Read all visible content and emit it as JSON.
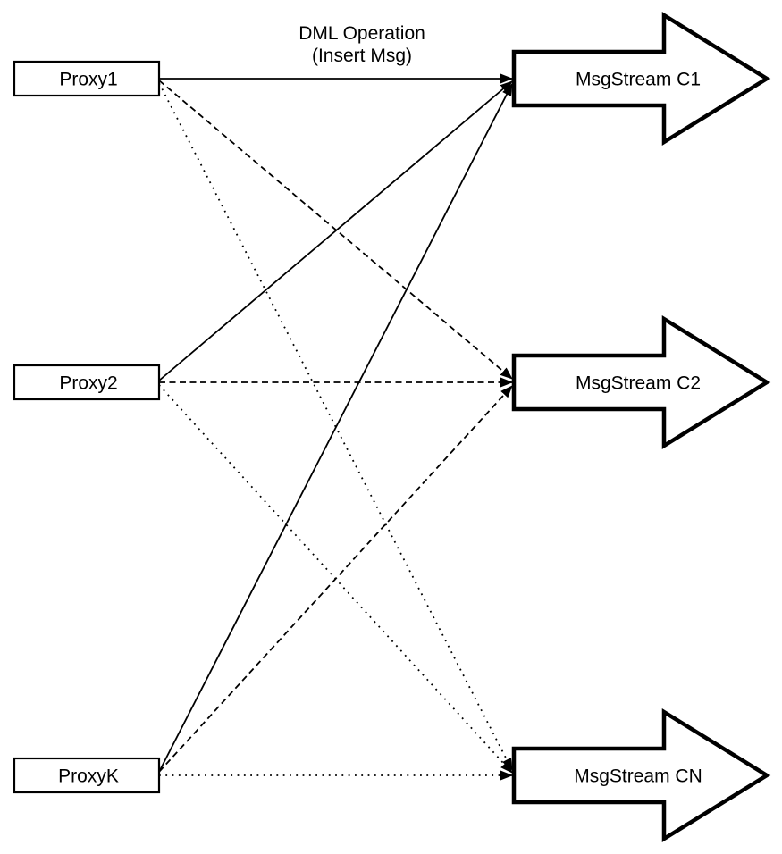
{
  "title": {
    "line1": "DML Operation",
    "line2": "(Insert Msg)"
  },
  "nodes": {
    "proxies": [
      {
        "label": "Proxy1"
      },
      {
        "label": "Proxy2"
      },
      {
        "label": "ProxyK"
      }
    ],
    "streams": [
      {
        "label": "MsgStream C1"
      },
      {
        "label": "MsgStream C2"
      },
      {
        "label": "MsgStream CN"
      }
    ]
  },
  "edges": [
    {
      "from": "Proxy1",
      "to": "MsgStream C1",
      "style": "solid"
    },
    {
      "from": "Proxy2",
      "to": "MsgStream C1",
      "style": "solid"
    },
    {
      "from": "ProxyK",
      "to": "MsgStream C1",
      "style": "solid"
    },
    {
      "from": "Proxy1",
      "to": "MsgStream C2",
      "style": "dashed"
    },
    {
      "from": "Proxy2",
      "to": "MsgStream C2",
      "style": "dashed"
    },
    {
      "from": "ProxyK",
      "to": "MsgStream C2",
      "style": "dashed"
    },
    {
      "from": "Proxy1",
      "to": "MsgStream CN",
      "style": "dotted"
    },
    {
      "from": "Proxy2",
      "to": "MsgStream CN",
      "style": "dotted"
    },
    {
      "from": "ProxyK",
      "to": "MsgStream CN",
      "style": "dotted"
    }
  ],
  "colors": {
    "ink": "#000000",
    "background": "#ffffff",
    "node_fill": "#ffffff"
  }
}
